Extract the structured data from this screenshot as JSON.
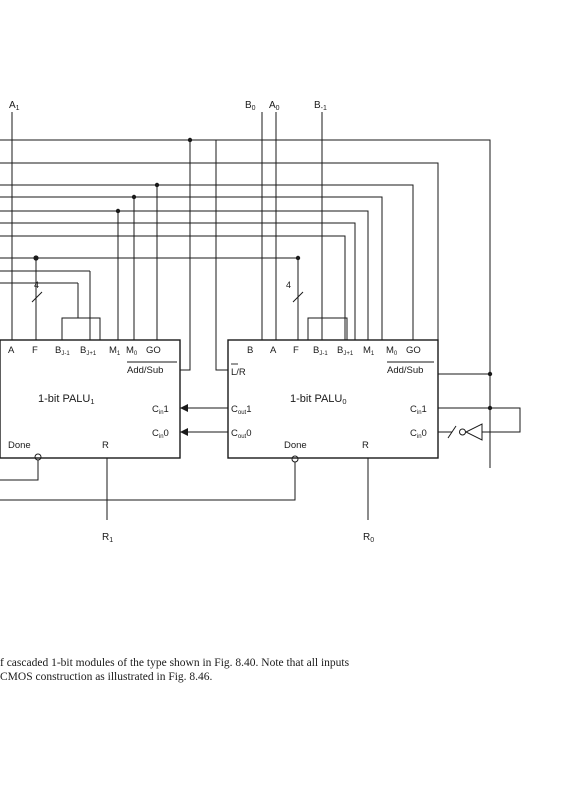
{
  "top_inputs": {
    "a1": "A",
    "a1_sub": "1",
    "b0": "B",
    "b0_sub": "0",
    "a0": "A",
    "a0_sub": "0",
    "bm1": "B",
    "bm1_sub": "-1"
  },
  "bus_width": "4",
  "module1": {
    "pins_top": {
      "a": "A",
      "f": "F",
      "bjm1": "B",
      "bjm1_sub": "J-1",
      "bjp1": "B",
      "bjp1_sub": "J+1",
      "m1": "M",
      "m1_sub": "1",
      "m0": "M",
      "m0_sub": "0",
      "go": "GO"
    },
    "addsub": "Add/Sub",
    "title": "1-bit PALU",
    "title_sub": "1",
    "cin1": "C",
    "cin1_sub": "in",
    "cin1_val": "1",
    "cin0": "C",
    "cin0_sub": "in",
    "cin0_val": "0",
    "done": "Done",
    "r": "R"
  },
  "module0": {
    "pins_top": {
      "b": "B",
      "a": "A",
      "f": "F",
      "bjm1": "B",
      "bjm1_sub": "J-1",
      "bjp1": "B",
      "bjp1_sub": "J+1",
      "m1": "M",
      "m1_sub": "1",
      "m0": "M",
      "m0_sub": "0",
      "go": "GO"
    },
    "lr": "L/R",
    "cout1": "C",
    "cout1_sub": "out",
    "cout1_val": "1",
    "cout0": "C",
    "cout0_sub": "out",
    "cout0_val": "0",
    "addsub": "Add/Sub",
    "title": "1-bit PALU",
    "title_sub": "0",
    "cin1": "C",
    "cin1_sub": "in",
    "cin1_val": "1",
    "cin0": "C",
    "cin0_sub": "in",
    "cin0_val": "0",
    "done": "Done",
    "r": "R"
  },
  "outputs": {
    "r1": "R",
    "r1_sub": "1",
    "r0": "R",
    "r0_sub": "0"
  },
  "caption": {
    "line1": "f cascaded 1-bit modules of the type shown in Fig. 8.40. Note that all inputs",
    "line2": "CMOS construction as illustrated in Fig. 8.46."
  }
}
